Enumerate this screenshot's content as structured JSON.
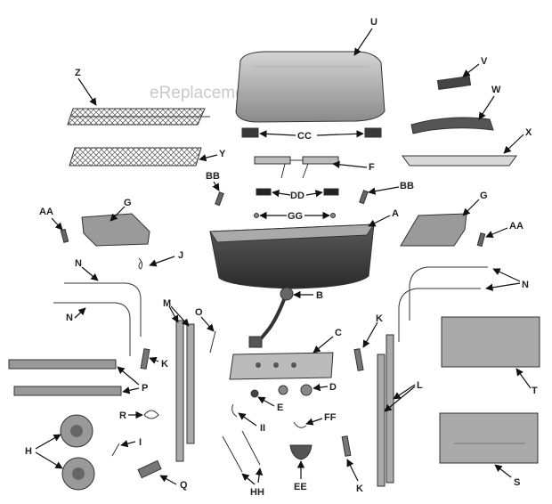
{
  "watermark": "eReplacementParts.com",
  "labels": {
    "U": "U",
    "V": "V",
    "W": "W",
    "X": "X",
    "Z": "Z",
    "Y": "Y",
    "CC": "CC",
    "F": "F",
    "DD": "DD",
    "BB_left": "BB",
    "BB_right": "BB",
    "GG": "GG",
    "A": "A",
    "G_left": "G",
    "G_right": "G",
    "AA_left": "AA",
    "AA_right": "AA",
    "J": "J",
    "B": "B",
    "N_top_left": "N",
    "N_mid_left": "N",
    "N_right": "N",
    "M": "M",
    "O": "O",
    "C": "C",
    "K_left": "K",
    "K_mid": "K",
    "K_bottom": "K",
    "P": "P",
    "D": "D",
    "E": "E",
    "L": "L",
    "T": "T",
    "R": "R",
    "II": "II",
    "FF": "FF",
    "I": "I",
    "H": "H",
    "Q": "Q",
    "HH": "HH",
    "EE": "EE",
    "S": "S"
  }
}
